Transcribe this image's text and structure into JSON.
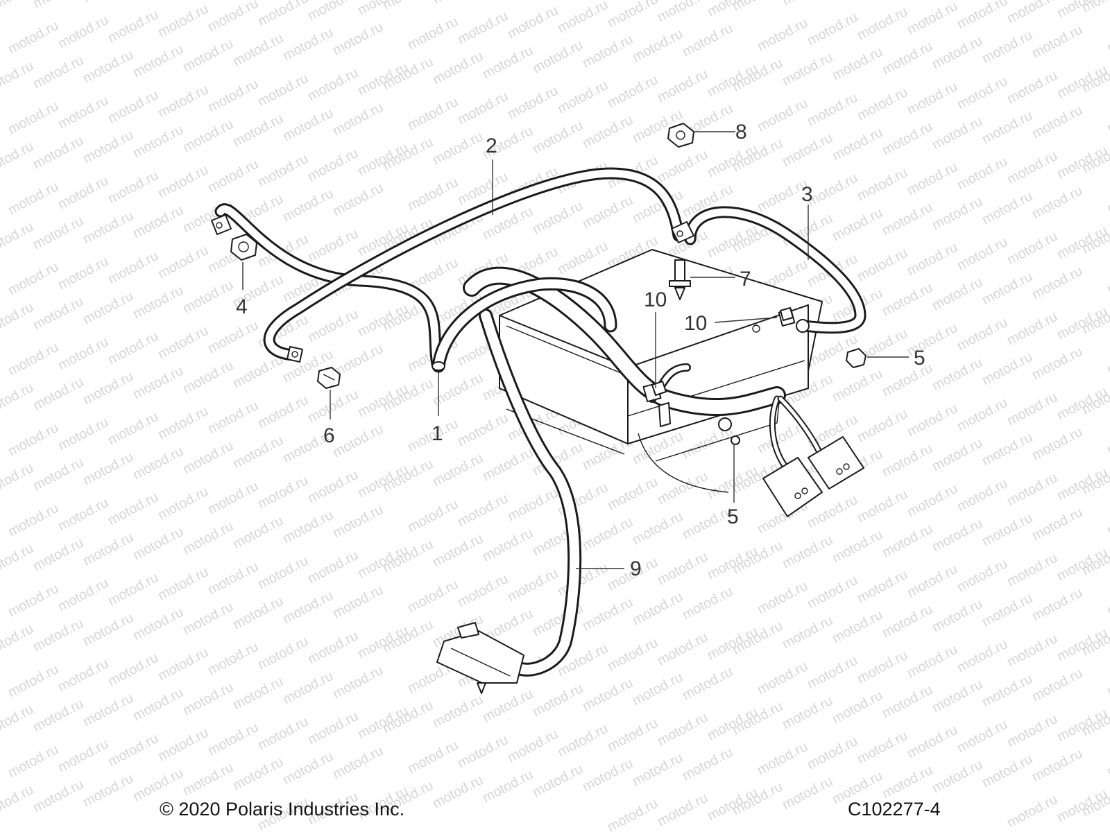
{
  "watermark": {
    "text": "motod.ru"
  },
  "callouts": [
    {
      "id": "1",
      "label": "1"
    },
    {
      "id": "2",
      "label": "2"
    },
    {
      "id": "3",
      "label": "3"
    },
    {
      "id": "4",
      "label": "4"
    },
    {
      "id": "5a",
      "label": "5"
    },
    {
      "id": "5b",
      "label": "5"
    },
    {
      "id": "6",
      "label": "6"
    },
    {
      "id": "7",
      "label": "7"
    },
    {
      "id": "8",
      "label": "8"
    },
    {
      "id": "9",
      "label": "9"
    },
    {
      "id": "10a",
      "label": "10"
    },
    {
      "id": "10b",
      "label": "10"
    }
  ],
  "footer": {
    "copyright": "© 2020 Polaris Industries Inc.",
    "drawing_number": "C102277-4"
  },
  "colors": {
    "line": "#1a1a1a",
    "watermark": "#d6d6d6",
    "background": "#ffffff"
  }
}
